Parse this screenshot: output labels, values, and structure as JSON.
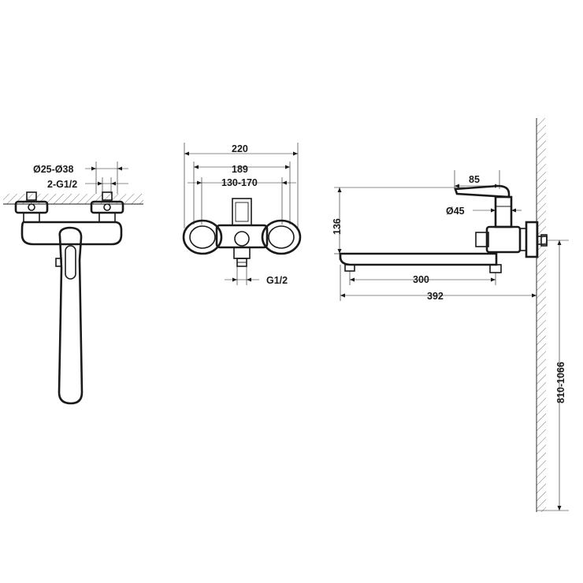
{
  "labels": {
    "connection_diameter": "Ø25-Ø38",
    "connection_thread_pair": "2-G1/2",
    "width_total": "220",
    "width_handles": "189",
    "center_distance": "130-170",
    "outlet_thread": "G1/2",
    "cartridge_width": "85",
    "body_diameter": "Ø45",
    "height_body": "136",
    "spout_reach": "300",
    "total_reach": "392",
    "mount_height": "810-1066"
  },
  "colors": {
    "line": "#1a1a1a",
    "hatch": "#666666",
    "background": "#ffffff"
  }
}
